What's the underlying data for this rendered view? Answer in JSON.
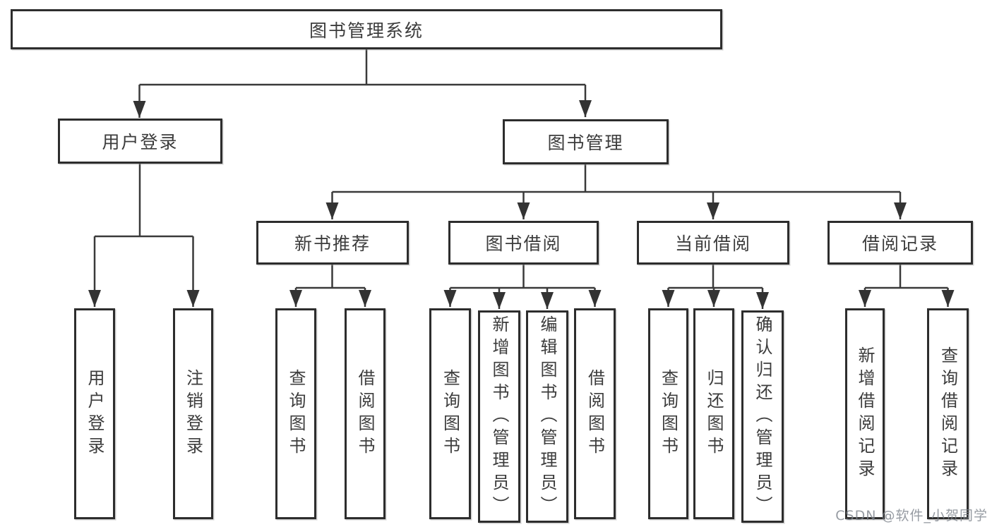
{
  "tree": {
    "label": "图书管理系统",
    "children": [
      {
        "label": "用户登录",
        "children": [
          {
            "label": "用户登录"
          },
          {
            "label": "注销登录"
          }
        ]
      },
      {
        "label": "图书管理",
        "children": [
          {
            "label": "新书推荐",
            "children": [
              {
                "label": "查询图书"
              },
              {
                "label": "借阅图书"
              }
            ]
          },
          {
            "label": "图书借阅",
            "children": [
              {
                "label": "查询图书"
              },
              {
                "label": "新增图书（管理员）"
              },
              {
                "label": "编辑图书（管理员）"
              },
              {
                "label": "借阅图书"
              }
            ]
          },
          {
            "label": "当前借阅",
            "children": [
              {
                "label": "查询图书"
              },
              {
                "label": "归还图书"
              },
              {
                "label": "确认归还（管理员）"
              }
            ]
          },
          {
            "label": "借阅记录",
            "children": [
              {
                "label": "新增借阅记录"
              },
              {
                "label": "查询借阅记录"
              }
            ]
          }
        ]
      }
    ]
  },
  "watermark": {
    "text": "CSDN @软件_小贺同学"
  },
  "colors": {
    "background": "#ffffff",
    "box_border": "#2d2d2d",
    "line": "#3a3a3a",
    "text": "#3c3c3c",
    "watermark": "#7d838c"
  }
}
